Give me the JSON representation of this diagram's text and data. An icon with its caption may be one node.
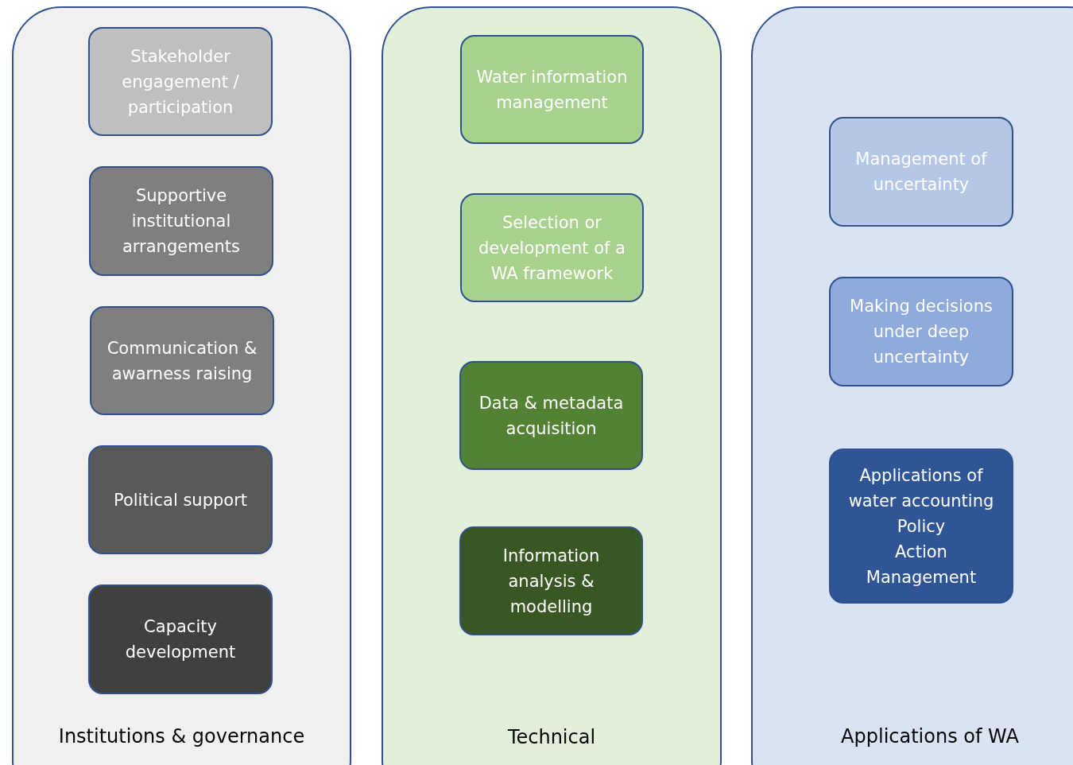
{
  "diagram": {
    "nodes": [
      {
        "text": [
          "Institutions & governance"
        ]
      },
      {
        "text": [
          "Stakeholder engagement / participation"
        ],
        "in": 0
      },
      {
        "text": [
          "Supportive institutional arrangements"
        ],
        "in": 0
      },
      {
        "text": [
          "Communication & awarness raising"
        ],
        "in": 0
      },
      {
        "text": [
          "Political support"
        ],
        "in": 0
      },
      {
        "text": [
          "Capacity development"
        ],
        "in": 0
      },
      {
        "text": [
          "Technical"
        ]
      },
      {
        "text": [
          "Water information management"
        ],
        "in": 6
      },
      {
        "text": [
          "Selection or development of a WA framework"
        ],
        "in": 6
      },
      {
        "text": [
          "Data & metadata acquisition"
        ],
        "in": 6
      },
      {
        "text": [
          "Information analysis & modelling"
        ],
        "in": 6
      },
      {
        "text": [
          "Applications of WA"
        ]
      },
      {
        "text": [
          "Management of uncertainty"
        ],
        "in": 11
      },
      {
        "text": [
          "Making decisions under deep uncertainty"
        ],
        "in": 11
      },
      {
        "text": [
          "Applications of water accounting",
          "Policy",
          "Action",
          "Management"
        ],
        "in": 11
      }
    ]
  }
}
